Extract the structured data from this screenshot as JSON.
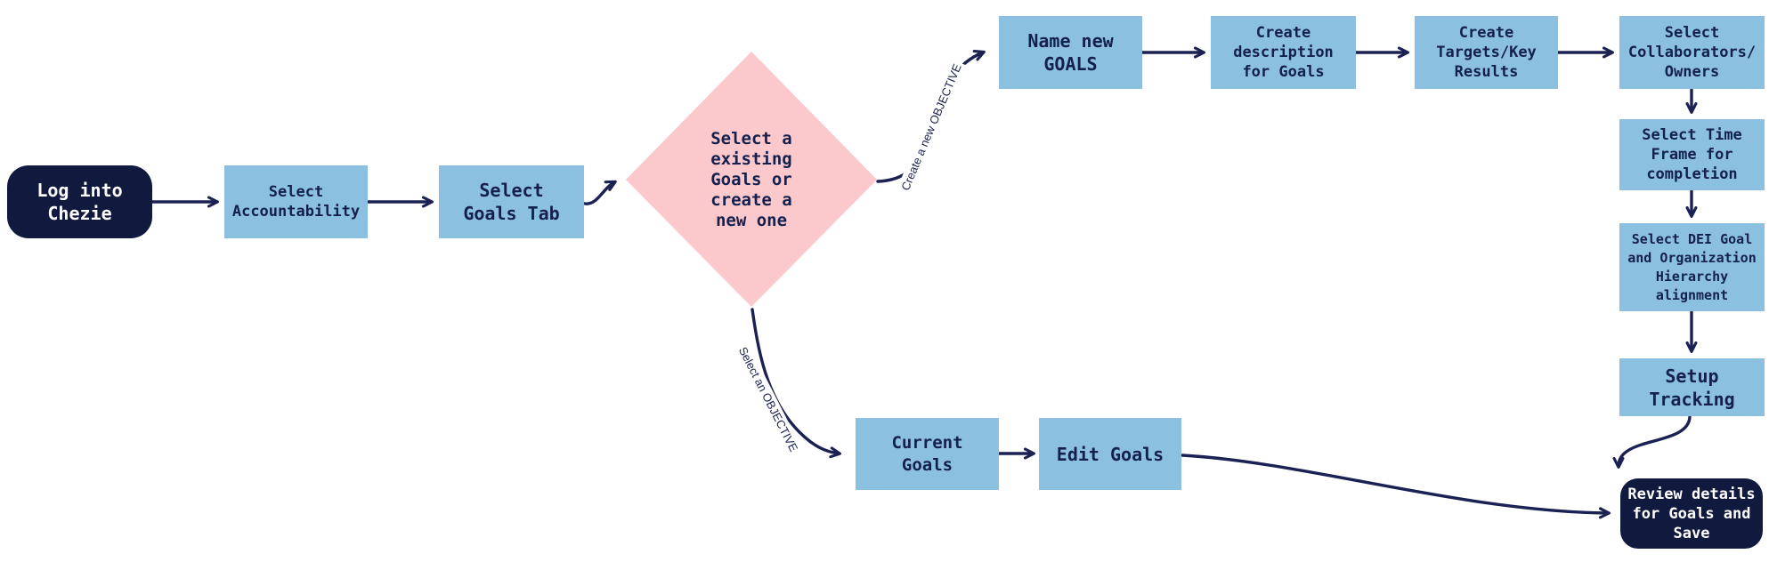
{
  "nodes": {
    "login": {
      "label": "Log into\nChezie"
    },
    "accountability": {
      "label": "Select\nAccountability"
    },
    "goals_tab": {
      "label": "Select\nGoals Tab"
    },
    "decision": {
      "label": "Select a\nexisting\nGoals or\ncreate a\nnew one"
    },
    "name_new_goals": {
      "label": "Name new\nGOALS"
    },
    "create_description": {
      "label": "Create\ndescription\nfor Goals"
    },
    "create_targets": {
      "label": "Create\nTargets/Key\nResults"
    },
    "select_collaborators": {
      "label": "Select\nCollaborators/\nOwners"
    },
    "select_time_frame": {
      "label": "Select Time\nFrame for\ncompletion"
    },
    "select_dei": {
      "label": "Select DEI Goal\nand Organization\nHierarchy\nalignment"
    },
    "setup_tracking": {
      "label": "Setup\nTracking"
    },
    "review_save": {
      "label": "Review details\nfor Goals and\nSave"
    },
    "current_goals": {
      "label": "Current\nGoals"
    },
    "edit_goals": {
      "label": "Edit Goals"
    }
  },
  "edge_labels": {
    "create_new_objective": "Create a new OBJECTIVE",
    "select_an_objective": "Select an OBJECTIVE"
  },
  "colors": {
    "navy_fill": "#101a3e",
    "blue_fill": "#8cc0e0",
    "pink_fill": "#fbc8cc",
    "stroke": "#1b2152",
    "text_dark": "#14204d",
    "text_light": "#ffffff"
  }
}
